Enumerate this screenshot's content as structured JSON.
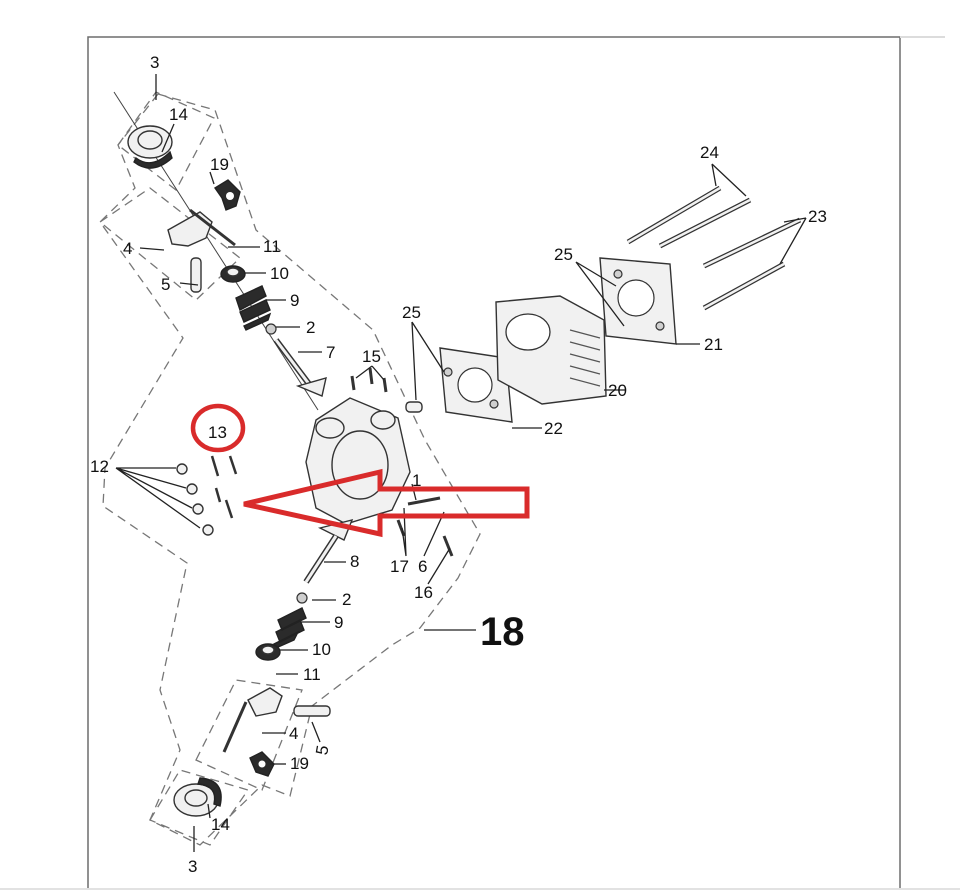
{
  "diagram": {
    "callouts": {
      "top_3": "3",
      "top_14": "14",
      "top_19": "19",
      "top_4": "4",
      "top_11": "11",
      "top_10": "10",
      "top_5": "5",
      "top_9": "9",
      "top_2": "2",
      "top_7": "7",
      "c15": "15",
      "c13": "13",
      "c12": "12",
      "c1": "1",
      "c17": "17",
      "c6": "6",
      "c16": "16",
      "c25_mid": "25",
      "c22": "22",
      "c20": "20",
      "c25_right": "25",
      "c21": "21",
      "c24": "24",
      "c23": "23",
      "bot_8": "8",
      "bot_2": "2",
      "bot_9": "9",
      "bot_10": "10",
      "bot_11": "11",
      "bot_4": "4",
      "bot_5": "5",
      "bot_19": "19",
      "bot_14": "14",
      "bot_3": "3",
      "c18": "18"
    },
    "highlight": {
      "circle_color": "#d92b2b",
      "arrow_color": "#d92b2b",
      "circled_part": "13"
    }
  }
}
